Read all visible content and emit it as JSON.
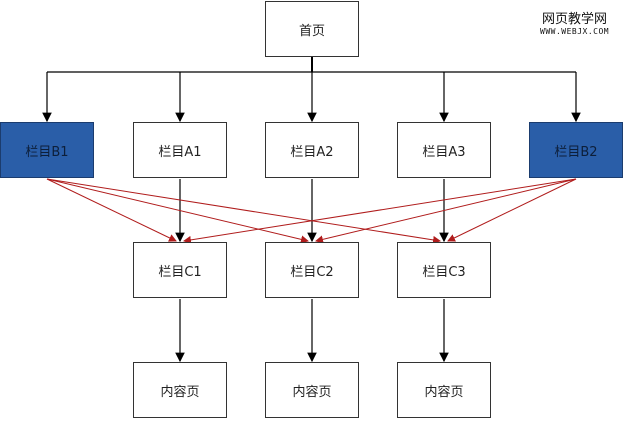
{
  "watermark": {
    "title": "网页教学网",
    "url": "WWW.WEBJX.COM"
  },
  "nodes": {
    "home": "首页",
    "b1": "栏目B1",
    "a1": "栏目A1",
    "a2": "栏目A2",
    "a3": "栏目A3",
    "b2": "栏目B2",
    "c1": "栏目C1",
    "c2": "栏目C2",
    "c3": "栏目C3",
    "content": [
      "内容页",
      "内容页",
      "内容页"
    ]
  },
  "colors": {
    "highlight": "#2a5ea8",
    "cross_link": "#b01c1c",
    "link": "#000000"
  }
}
